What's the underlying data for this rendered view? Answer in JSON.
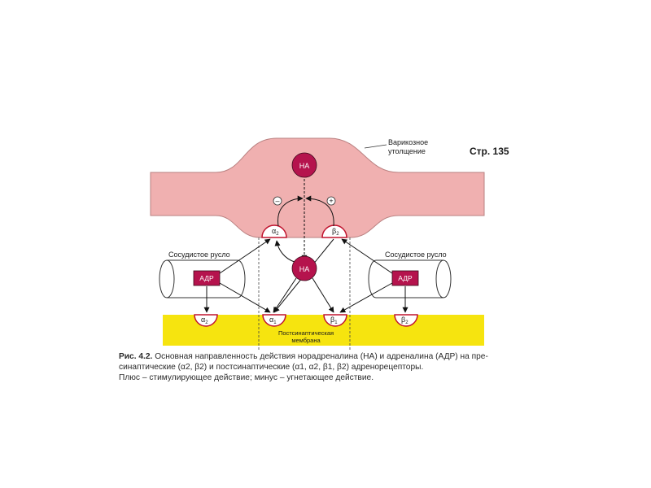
{
  "page_ref": "Стр.  135",
  "labels": {
    "varicose_line1": "Варикозное",
    "varicose_line2": "утолщение",
    "vascular_left": "Сосудистое русло",
    "vascular_right": "Сосудистое русло",
    "membrane_line1": "Постсинаптическая",
    "membrane_line2": "мембрана",
    "na_top": "НА",
    "na_mid": "НА",
    "adr_left": "АДР",
    "adr_right": "АДР",
    "minus": "–",
    "plus": "+"
  },
  "receptors": {
    "pre_alpha": "α",
    "pre_alpha_sub": "2",
    "pre_beta": "β",
    "pre_beta_sub": "2",
    "post_left_alpha": "α",
    "post_left_alpha_sub": "2",
    "post_alpha1": "α",
    "post_alpha1_sub": "1",
    "post_beta1": "β",
    "post_beta1_sub": "1",
    "post_right_beta": "β",
    "post_right_beta_sub": "2"
  },
  "caption": {
    "label": "Рис. 4.2.",
    "line1": " Основная направленность действия норадреналина (НА) и адреналина (АДР) на пре-",
    "line2": "синаптические (α2, β2) и постсинаптические (α1, α2, β1, β2) адренорецепторы.",
    "line3": "Плюс – стимулирующее действие; минус – угнетающее действие."
  },
  "colors": {
    "terminal": "#f0b0b0",
    "terminal_edge": "#b98080",
    "node": "#b5134d",
    "membrane": "#f6e40f",
    "receptor_edge": "#c0142f"
  }
}
